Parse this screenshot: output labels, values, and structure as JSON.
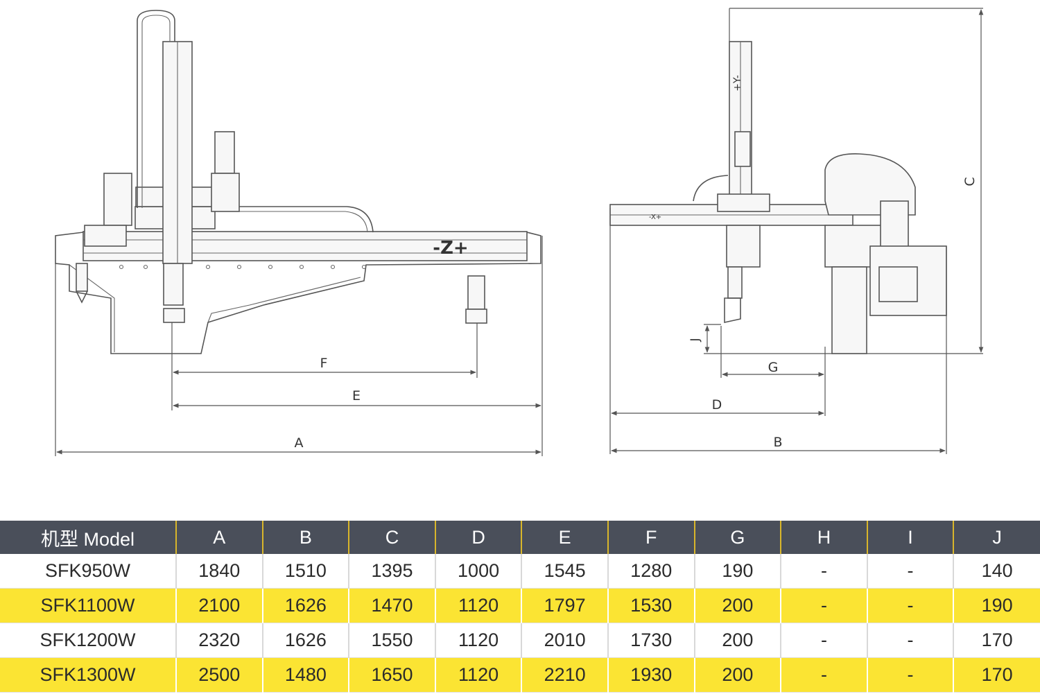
{
  "drawing": {
    "axis_labels": {
      "z": "-Z+",
      "y": "+Y-",
      "x": "-X+"
    },
    "dim_labels": {
      "A": "A",
      "B": "B",
      "C": "C",
      "D": "D",
      "E": "E",
      "F": "F",
      "G": "G",
      "J": "J"
    }
  },
  "table": {
    "headers": [
      "机型 Model",
      "A",
      "B",
      "C",
      "D",
      "E",
      "F",
      "G",
      "H",
      "I",
      "J"
    ],
    "rows": [
      [
        "SFK950W",
        "1840",
        "1510",
        "1395",
        "1000",
        "1545",
        "1280",
        "190",
        "-",
        "-",
        "140"
      ],
      [
        "SFK1100W",
        "2100",
        "1626",
        "1470",
        "1120",
        "1797",
        "1530",
        "200",
        "-",
        "-",
        "190"
      ],
      [
        "SFK1200W",
        "2320",
        "1626",
        "1550",
        "1120",
        "2010",
        "1730",
        "200",
        "-",
        "-",
        "170"
      ],
      [
        "SFK1300W",
        "2500",
        "1480",
        "1650",
        "1120",
        "2210",
        "1930",
        "200",
        "-",
        "-",
        "170"
      ]
    ]
  },
  "colors": {
    "header_bg": "#4a4f5a",
    "highlight_row": "#fbe433"
  }
}
